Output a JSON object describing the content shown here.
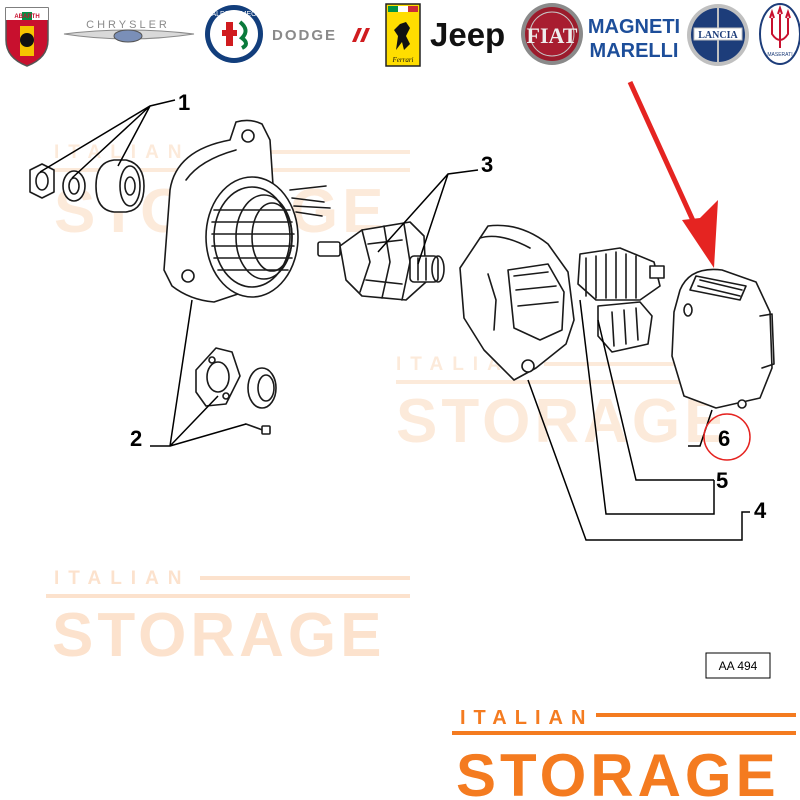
{
  "brands": [
    {
      "name": "ABARTH",
      "icon": "abarth-scorpion-shield"
    },
    {
      "name": "CHRYSLER",
      "icon": "chrysler-wings"
    },
    {
      "name": "ALFA ROMEO",
      "icon": "alfa-romeo-roundel"
    },
    {
      "name": "DODGE",
      "icon": "dodge-stripes"
    },
    {
      "name": "Ferrari",
      "icon": "ferrari-prancing-horse"
    },
    {
      "name": "Jeep",
      "icon": "jeep-wordmark"
    },
    {
      "name": "FIAT",
      "icon": "fiat-badge"
    },
    {
      "name": "MAGNETI",
      "icon": "magneti-marelli-wordmark",
      "line2": "MARELLI"
    },
    {
      "name": "LANCIA",
      "icon": "lancia-shield"
    },
    {
      "name": "MASERATI",
      "icon": "maserati-trident"
    }
  ],
  "callouts": [
    "1",
    "2",
    "3",
    "4",
    "5",
    "6"
  ],
  "reference_code": "AA 494",
  "watermark": {
    "line1": "ITALIAN",
    "line2": "STORAGE"
  },
  "footer_logo": {
    "line1": "ITALIAN",
    "line2": "STORAGE"
  },
  "colors": {
    "brand_orange": "#f47b20",
    "watermark_orange": "#fbd9bd",
    "highlight_red": "#e52421",
    "line_black": "#1a1a1a"
  }
}
